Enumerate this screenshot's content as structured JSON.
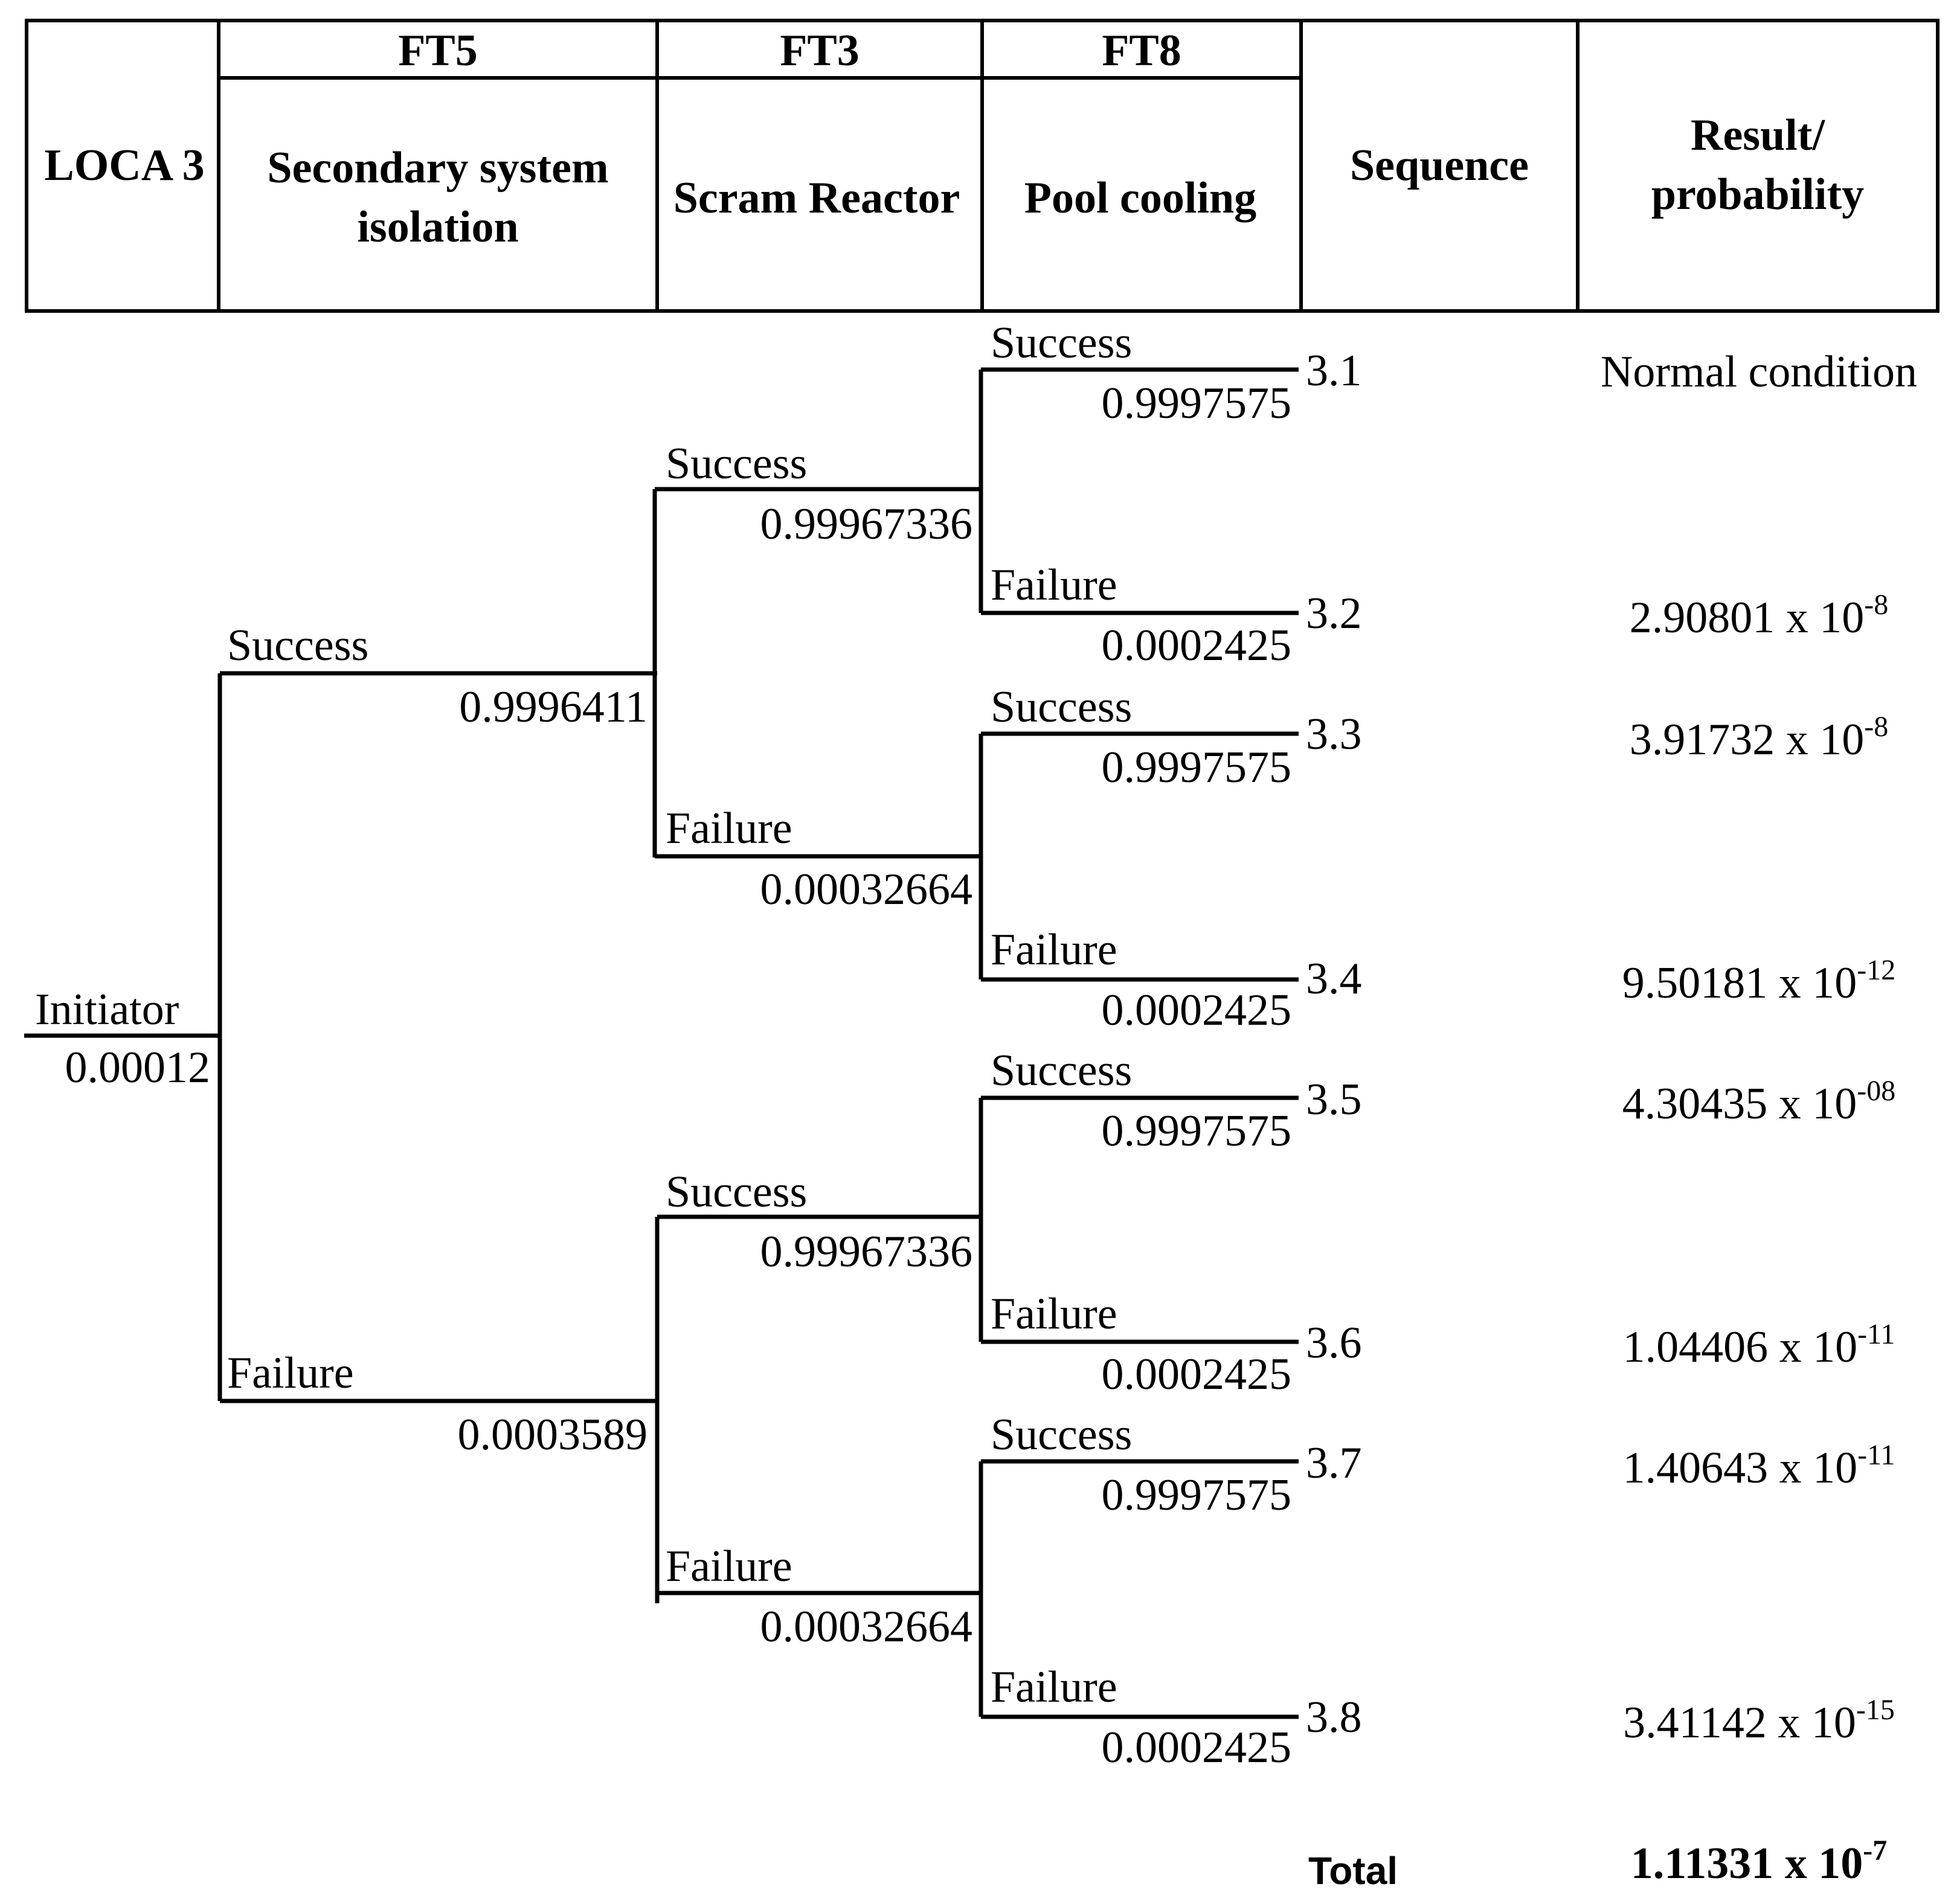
{
  "header": {
    "initiating_event": "LOCA 3",
    "columns": [
      {
        "code": "FT5",
        "title_lines": [
          "Secondary system",
          "isolation"
        ]
      },
      {
        "code": "FT3",
        "title_lines": [
          "Scram Reactor"
        ]
      },
      {
        "code": "FT8",
        "title_lines": [
          "Pool cooling"
        ]
      }
    ],
    "sequence_label": "Sequence",
    "result_label_lines": [
      "Result/",
      "probability"
    ]
  },
  "initiator": {
    "label": "Initiator",
    "value": "0.00012"
  },
  "ft5_branches": [
    {
      "label": "Success",
      "value": "0.9996411"
    },
    {
      "label": "Failure",
      "value": "0.0003589"
    }
  ],
  "ft3_branches": [
    {
      "label": "Success",
      "value": "0.99967336"
    },
    {
      "label": "Failure",
      "value": "0.00032664"
    },
    {
      "label": "Success",
      "value": "0.99967336"
    },
    {
      "label": "Failure",
      "value": "0.00032664"
    }
  ],
  "ft8_branches": [
    {
      "label": "Success",
      "value": "0.9997575"
    },
    {
      "label": "Failure",
      "value": "0.0002425"
    },
    {
      "label": "Success",
      "value": "0.9997575"
    },
    {
      "label": "Failure",
      "value": "0.0002425"
    },
    {
      "label": "Success",
      "value": "0.9997575"
    },
    {
      "label": "Failure",
      "value": "0.0002425"
    },
    {
      "label": "Success",
      "value": "0.9997575"
    },
    {
      "label": "Failure",
      "value": "0.0002425"
    }
  ],
  "sequences": [
    {
      "id": "3.1",
      "result_text": "Normal condition",
      "mantissa": "",
      "exponent": ""
    },
    {
      "id": "3.2",
      "result_text": "",
      "mantissa": "2.90801 x 10",
      "exponent": "-8"
    },
    {
      "id": "3.3",
      "result_text": "",
      "mantissa": "3.91732 x 10",
      "exponent": "-8"
    },
    {
      "id": "3.4",
      "result_text": "",
      "mantissa": "9.50181 x 10",
      "exponent": "-12"
    },
    {
      "id": "3.5",
      "result_text": "",
      "mantissa": "4.30435 x 10",
      "exponent": "-08"
    },
    {
      "id": "3.6",
      "result_text": "",
      "mantissa": "1.04406 x 10",
      "exponent": "-11"
    },
    {
      "id": "3.7",
      "result_text": "",
      "mantissa": "1.40643 x 10",
      "exponent": "-11"
    },
    {
      "id": "3.8",
      "result_text": "",
      "mantissa": "3.41142 x 10",
      "exponent": "-15"
    }
  ],
  "total": {
    "label": "Total",
    "mantissa": "1.11331 x 10",
    "exponent": "-7"
  }
}
